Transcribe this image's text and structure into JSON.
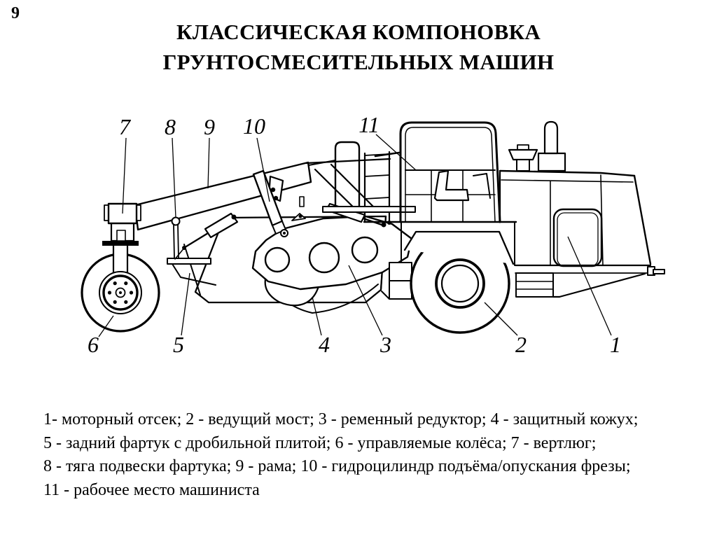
{
  "page": {
    "number": "9"
  },
  "title": {
    "line1": "КЛАССИЧЕСКАЯ КОМПОНОВКА",
    "line2": "ГРУНТОСМЕСИТЕЛЬНЫХ МАШИН"
  },
  "figure": {
    "kind": "technical line drawing of a soil-mixing machine, side view",
    "callouts": [
      "1",
      "2",
      "3",
      "4",
      "5",
      "6",
      "7",
      "8",
      "9",
      "10",
      "11"
    ]
  },
  "legend": {
    "lines": [
      "1- моторный отсек; 2 - ведущий мост; 3 - ременный редуктор; 4 - защитный кожух;",
      "5 - задний фартук с дробильной плитой; 6 - управляемые колёса; 7 - вертлюг;",
      "8 - тяга подвески фартука; 9 - рама; 10 - гидроцилиндр подъёма/опускания фрезы;",
      "11 - рабочее место машиниста"
    ]
  },
  "colors": {
    "ink": "#000000",
    "background": "#ffffff"
  }
}
